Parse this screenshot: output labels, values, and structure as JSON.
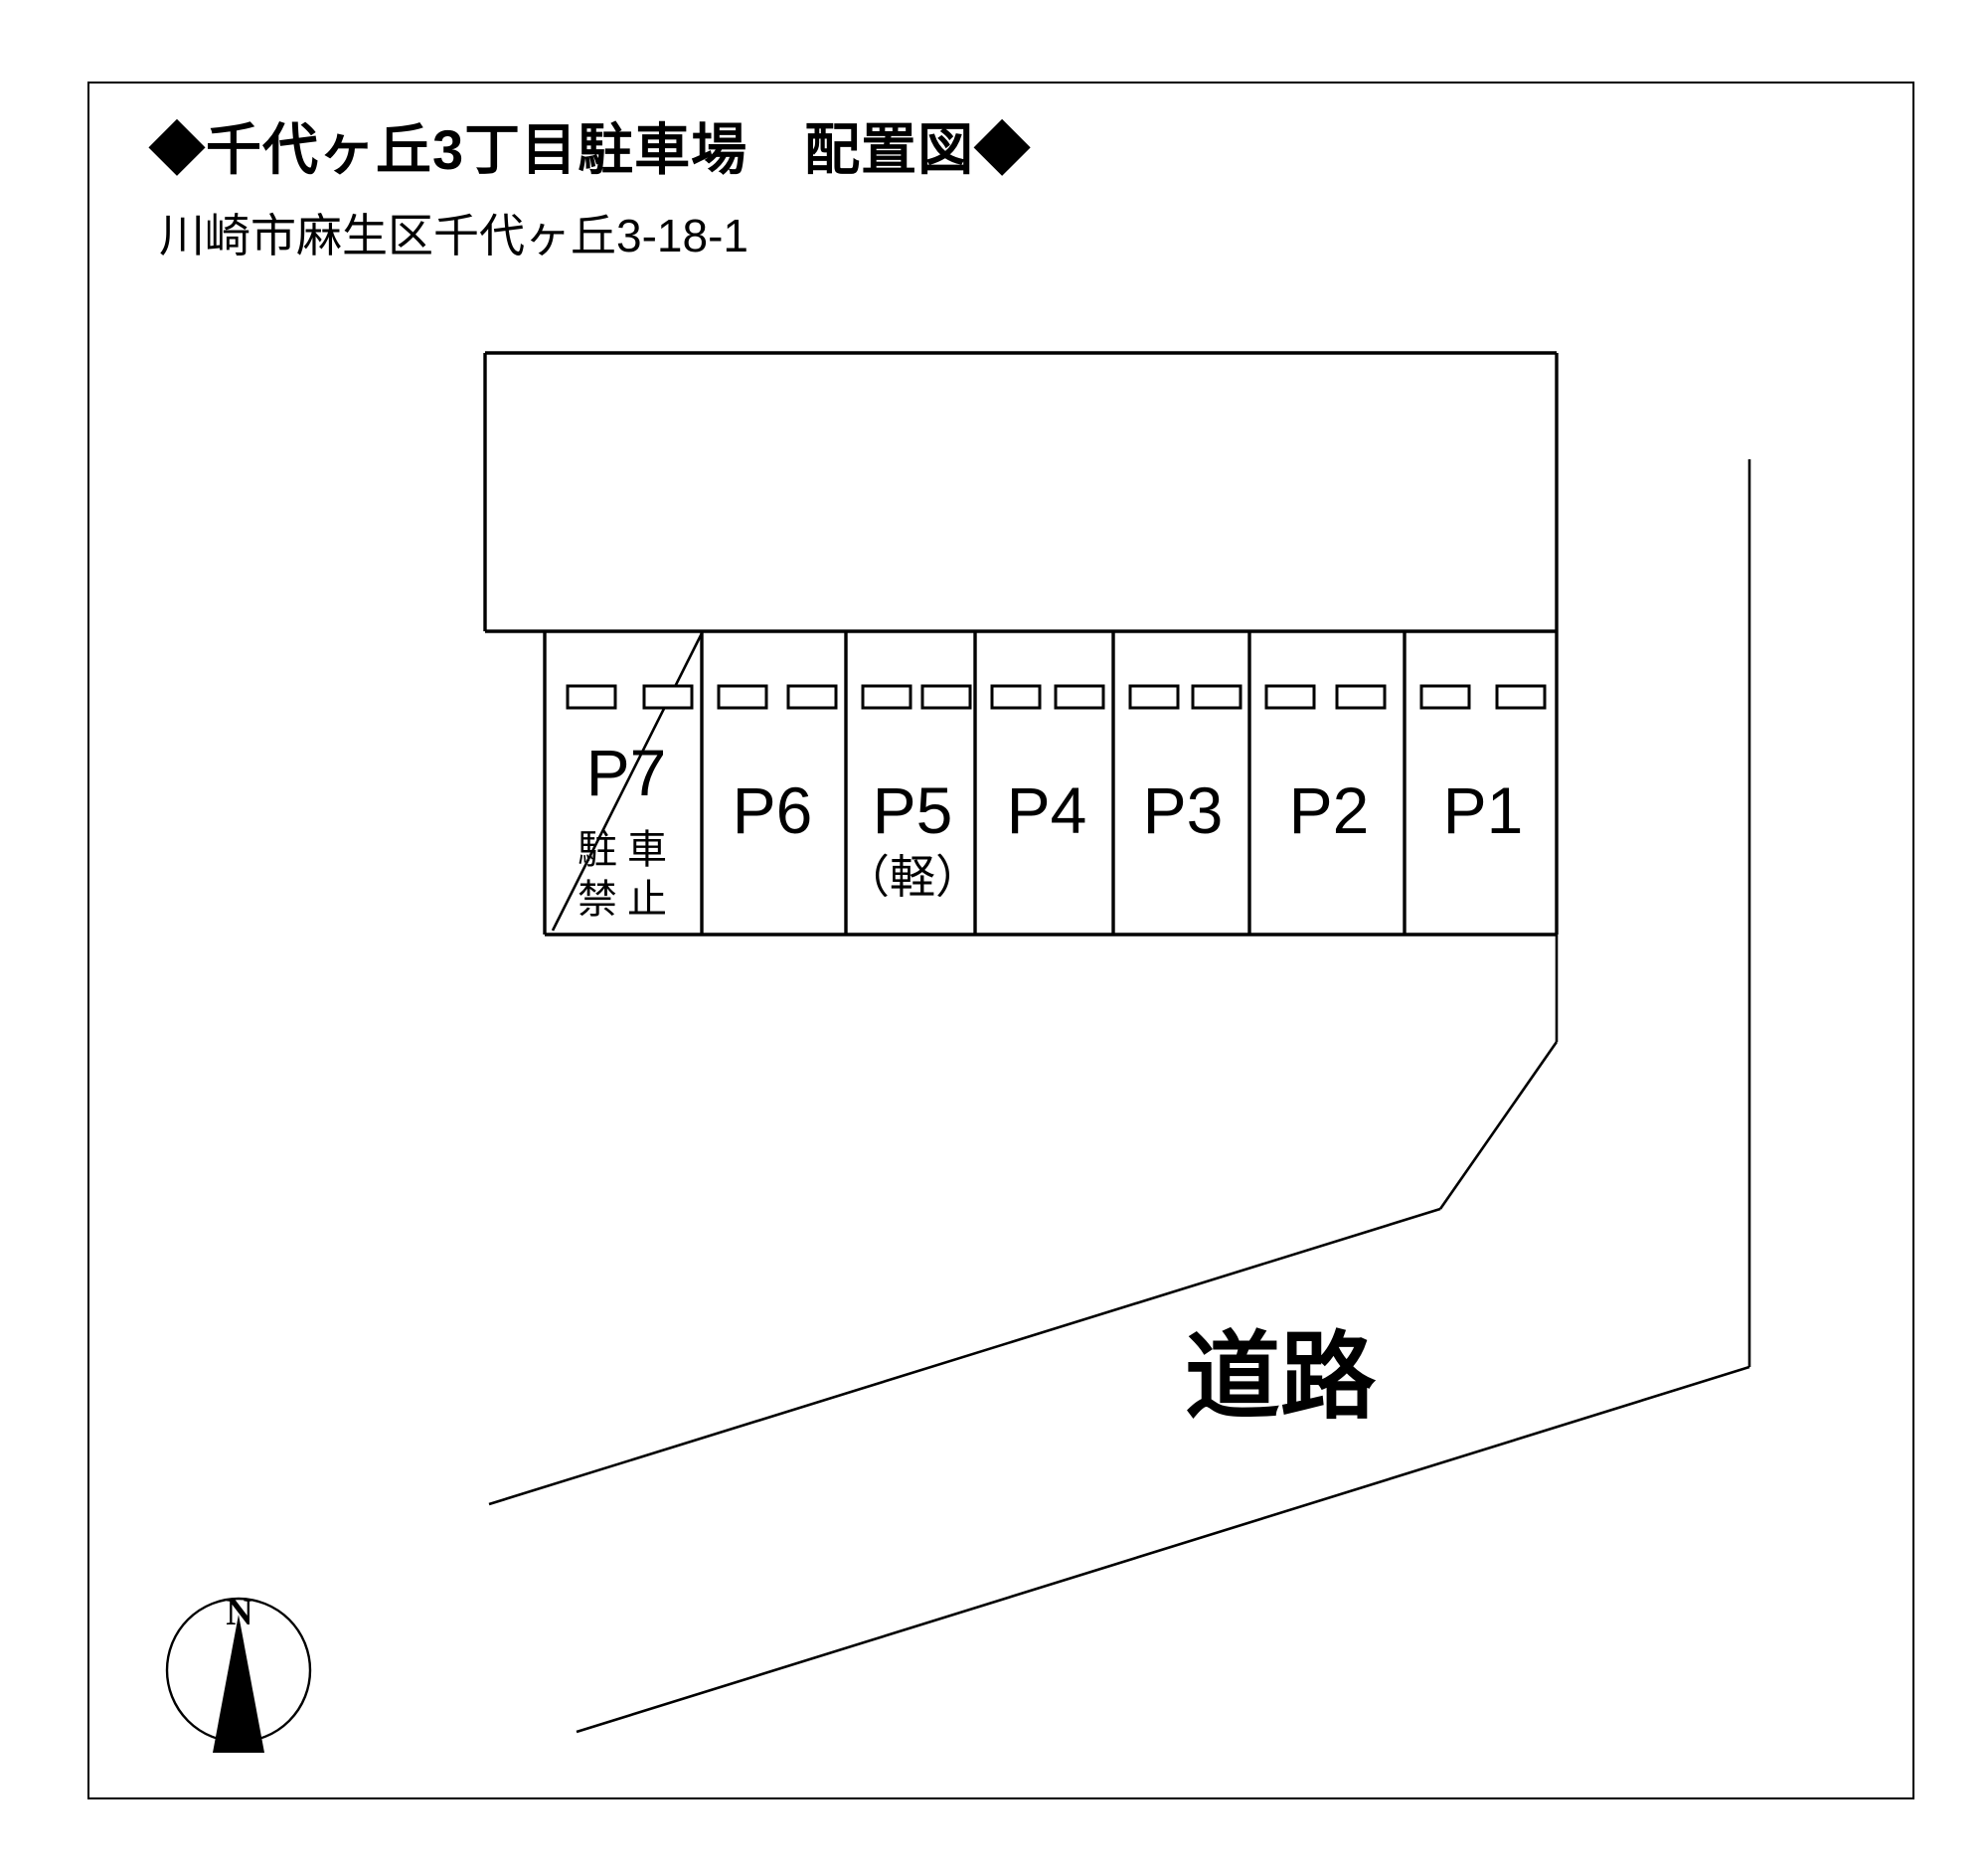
{
  "document": {
    "title_main": "◆千代ヶ丘3丁目駐車場　配置図◆",
    "address": "川崎市麻生区千代ヶ丘3-18-1"
  },
  "plan": {
    "road_label": "道路",
    "compass_label": "N",
    "no_parking_text": "駐車禁止",
    "no_parking_col_right": "車止",
    "no_parking_col_left": "駐禁",
    "stalls": [
      {
        "id": "P7",
        "label": "P7",
        "sub": "",
        "note": "駐車禁止",
        "blocked": true
      },
      {
        "id": "P6",
        "label": "P6",
        "sub": "",
        "note": "",
        "blocked": false
      },
      {
        "id": "P5",
        "label": "P5",
        "sub": "（軽）",
        "note": "",
        "blocked": false
      },
      {
        "id": "P4",
        "label": "P4",
        "sub": "",
        "note": "",
        "blocked": false
      },
      {
        "id": "P3",
        "label": "P3",
        "sub": "",
        "note": "",
        "blocked": false
      },
      {
        "id": "P2",
        "label": "P2",
        "sub": "",
        "note": "",
        "blocked": false
      },
      {
        "id": "P1",
        "label": "P1",
        "sub": "",
        "note": "",
        "blocked": false
      }
    ]
  },
  "colors": {
    "ink": "#000000",
    "paper": "#ffffff"
  }
}
